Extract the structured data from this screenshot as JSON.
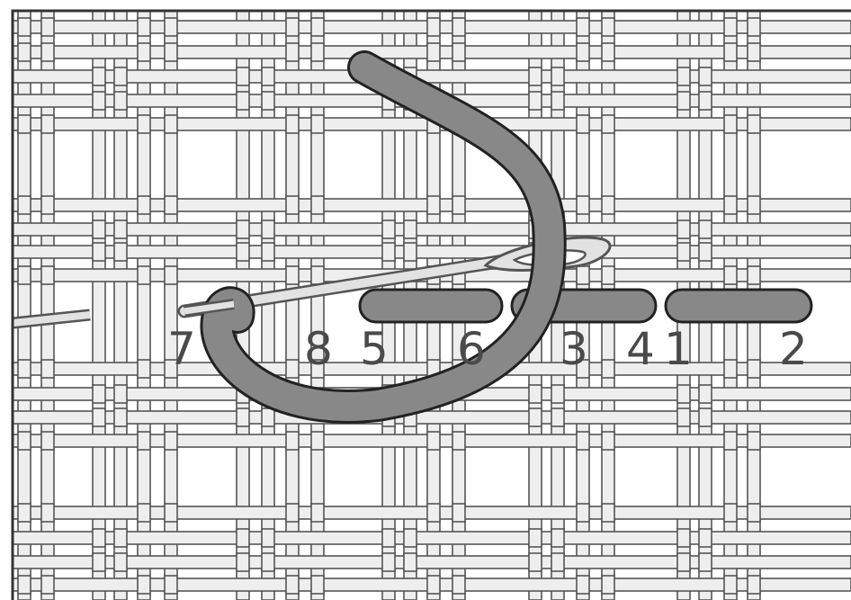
{
  "figure": {
    "colors": {
      "background": "#ffffff",
      "thread_fill": "#eeeeee",
      "thread_edge": "#555555",
      "yarn": "#888888",
      "yarn_outline": "#222222",
      "needle": "#e2e2e2",
      "label": "#4a4a4a"
    },
    "hole_labels": {
      "l1": "1",
      "l2": "2",
      "l3": "3",
      "l4": "4",
      "l5": "5",
      "l6": "6",
      "l7": "7",
      "l8": "8"
    }
  }
}
